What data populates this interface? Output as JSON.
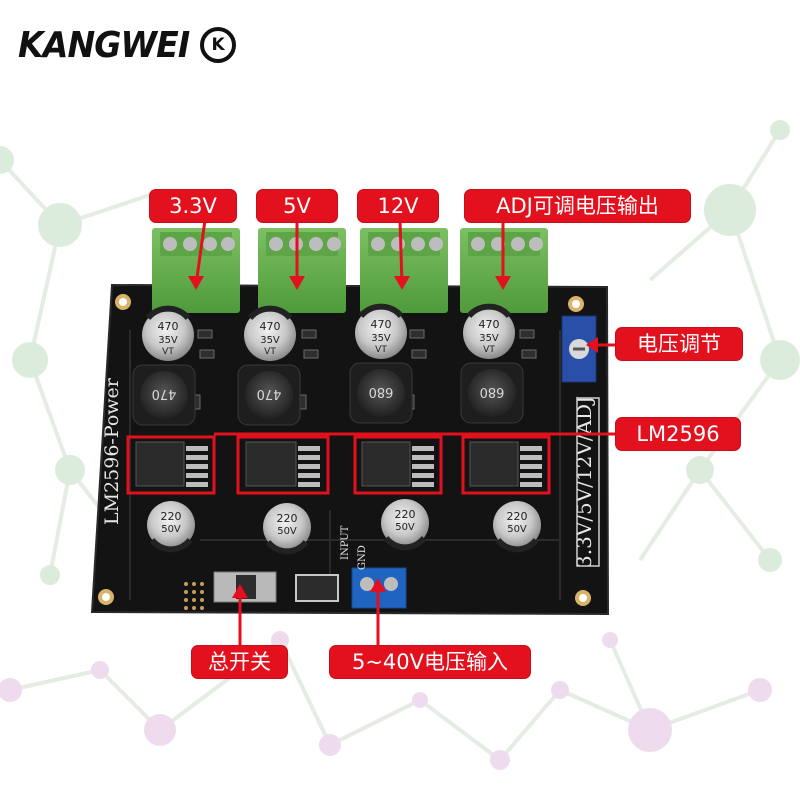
{
  "brand": {
    "logo_text": "KANGWEI",
    "logo_mark": "K"
  },
  "labels": {
    "output_3v3": "3.3V",
    "output_5v": "5V",
    "output_12v": "12V",
    "output_adj": "ADJ可调电压输出",
    "voltage_adjust": "电压调节",
    "regulator_chip": "LM2596",
    "main_switch": "总开关",
    "input_voltage": "5~40V电压输入"
  },
  "board_silkscreen": {
    "board_name": "LM2596-Power",
    "output_list": "3.3V/5V/12V/ADJ",
    "input_label": "INPUT",
    "gnd_label": "GND"
  },
  "capacitors_top": [
    {
      "value": "470",
      "voltage": "35V",
      "mark": "VT"
    },
    {
      "value": "470",
      "voltage": "35V",
      "mark": "VT"
    },
    {
      "value": "470",
      "voltage": "35V",
      "mark": "VT"
    },
    {
      "value": "470",
      "voltage": "35V",
      "mark": "VT"
    }
  ],
  "inductors": [
    "470",
    "470",
    "680",
    "680"
  ],
  "capacitors_bottom": [
    {
      "value": "220",
      "voltage": "50V"
    },
    {
      "value": "220",
      "voltage": "50V"
    },
    {
      "value": "220",
      "voltage": "50V"
    },
    {
      "value": "220",
      "voltage": "50V"
    }
  ],
  "colors": {
    "label_red": "#e3101e",
    "pcb_black": "#111111",
    "terminal_green": "#6cae54",
    "terminal_blue": "#1f64c0",
    "background_network": "#dfeee0"
  }
}
